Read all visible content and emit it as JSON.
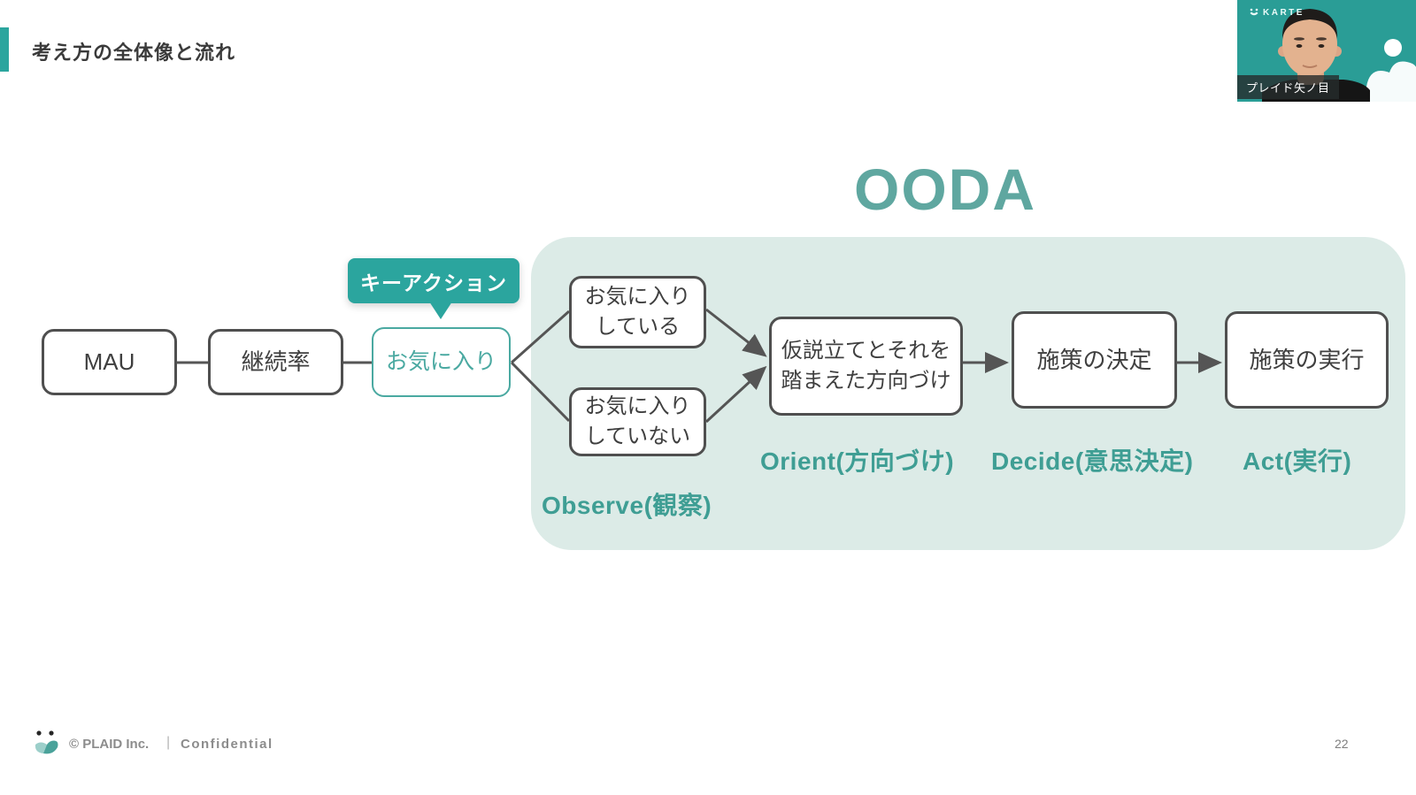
{
  "header": {
    "title": "考え方の全体像と流れ"
  },
  "diagram": {
    "ooda_title": "OODA",
    "key_action_badge": "キーアクション",
    "nodes": {
      "mau": "MAU",
      "retention": "継続率",
      "favorite": "お気に入り",
      "favorited": [
        "お気に入り",
        "している"
      ],
      "not_favorited": [
        "お気に入り",
        "していない"
      ],
      "hypothesis": [
        "仮説立てとそれを",
        "踏まえた方向づけ"
      ],
      "decide": "施策の決定",
      "act": "施策の実行"
    },
    "phases": {
      "observe": "Observe(観察)",
      "orient": "Orient(方向づけ)",
      "decide": "Decide(意思決定)",
      "act": "Act(実行)"
    }
  },
  "webcam": {
    "brand": "KARTE",
    "name_label": "プレイド矢ノ目"
  },
  "footer": {
    "copyright": "© PLAID Inc.",
    "separator": "|",
    "confidential": "Confidential",
    "page_number": "22"
  },
  "colors": {
    "accent_teal": "#2ba59e",
    "favorite_teal": "#4aa9a1",
    "ooda_teal": "#5fa7a0",
    "phase_teal": "#3f9e94",
    "panel_bg": "#dcebe7",
    "box_border": "#4f4f4f",
    "box_text": "#3f3f3f",
    "webcam_bg": "#2a9d96",
    "footer_text": "#8c8c8c"
  }
}
